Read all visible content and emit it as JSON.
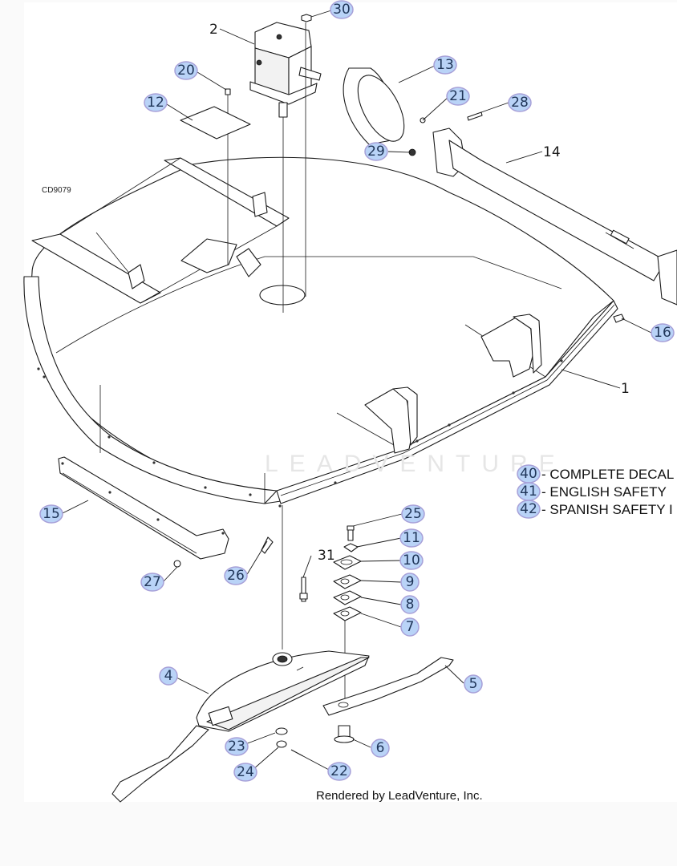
{
  "drawing_id": "CD9079",
  "watermark": "LEADVENTURE",
  "credit": "Rendered by LeadVenture, Inc.",
  "callouts": [
    {
      "id": "30",
      "label": "30"
    },
    {
      "id": "20",
      "label": "20"
    },
    {
      "id": "12",
      "label": "12"
    },
    {
      "id": "13",
      "label": "13"
    },
    {
      "id": "21",
      "label": "21"
    },
    {
      "id": "28",
      "label": "28"
    },
    {
      "id": "29",
      "label": "29"
    },
    {
      "id": "16",
      "label": "16"
    },
    {
      "id": "15",
      "label": "15"
    },
    {
      "id": "27",
      "label": "27"
    },
    {
      "id": "26",
      "label": "26"
    },
    {
      "id": "25",
      "label": "25"
    },
    {
      "id": "11",
      "label": "11"
    },
    {
      "id": "10",
      "label": "10"
    },
    {
      "id": "9",
      "label": "9"
    },
    {
      "id": "8",
      "label": "8"
    },
    {
      "id": "7",
      "label": "7"
    },
    {
      "id": "4",
      "label": "4"
    },
    {
      "id": "5",
      "label": "5"
    },
    {
      "id": "6",
      "label": "6"
    },
    {
      "id": "23",
      "label": "23"
    },
    {
      "id": "24",
      "label": "24"
    },
    {
      "id": "22",
      "label": "22"
    }
  ],
  "plain_labels": [
    {
      "id": "2",
      "label": "2"
    },
    {
      "id": "14",
      "label": "14"
    },
    {
      "id": "1",
      "label": "1"
    },
    {
      "id": "31",
      "label": "31"
    }
  ],
  "legend": [
    {
      "number": "40",
      "text": "- COMPLETE DECAL"
    },
    {
      "number": "41",
      "text": "- ENGLISH SAFETY"
    },
    {
      "number": "42",
      "text": "- SPANISH SAFETY I"
    }
  ],
  "colors": {
    "callout_fill": "#b9d3f7",
    "callout_border": "#a7a0d8",
    "callout_text": "#1f3558",
    "line": "#1a1a1a",
    "page_bg": "#fafafa",
    "canvas_bg": "#ffffff"
  }
}
